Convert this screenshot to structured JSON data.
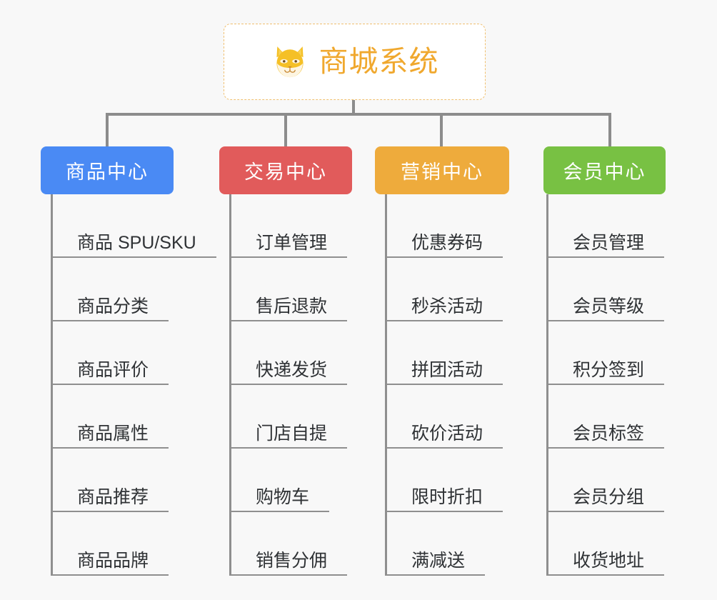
{
  "canvas": {
    "background_color": "#f8f8f8",
    "line_color": "#8c8c8c"
  },
  "root": {
    "title": "商城系统",
    "icon": "shiba-dog-face-icon",
    "text_color": "#f0a82e",
    "border_color": "#f0c070",
    "background_color": "#ffffff"
  },
  "branches": [
    {
      "label": "商品中心",
      "color": "#4a8af4",
      "items": [
        "商品 SPU/SKU",
        "商品分类",
        "商品评价",
        "商品属性",
        "商品推荐",
        "商品品牌"
      ]
    },
    {
      "label": "交易中心",
      "color": "#e15b5b",
      "items": [
        "订单管理",
        "售后退款",
        "快递发货",
        "门店自提",
        "购物车",
        "销售分佣"
      ]
    },
    {
      "label": "营销中心",
      "color": "#eeab3c",
      "items": [
        "优惠券码",
        "秒杀活动",
        "拼团活动",
        "砍价活动",
        "限时折扣",
        "满减送"
      ]
    },
    {
      "label": "会员中心",
      "color": "#78c143",
      "items": [
        "会员管理",
        "会员等级",
        "积分签到",
        "会员标签",
        "会员分组",
        "收货地址"
      ]
    }
  ]
}
